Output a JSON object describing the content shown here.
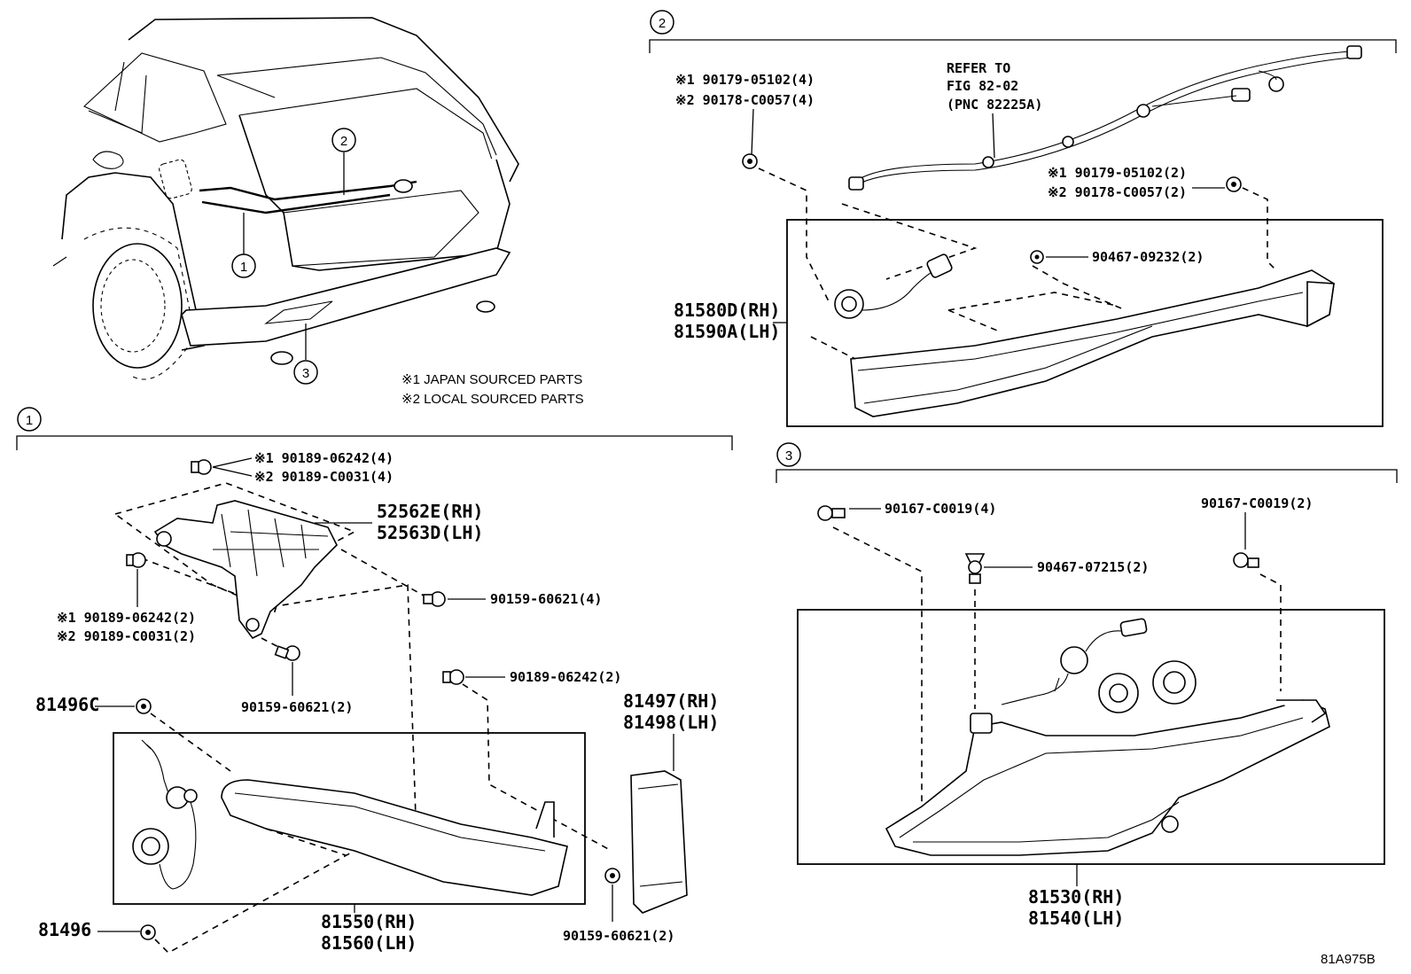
{
  "notes": {
    "note1": "※1 JAPAN SOURCED PARTS",
    "note2": "※2 LOCAL SOURCED PARTS"
  },
  "callouts": {
    "c1": "1",
    "c2": "2",
    "c3": "3"
  },
  "section2": {
    "refer": [
      "REFER TO",
      "FIG 82-02",
      "(PNC 82225A)"
    ],
    "bolt_left": [
      "※1 90179-05102(4)",
      "※2 90178-C0057(4)"
    ],
    "bolt_right": [
      "※1 90179-05102(2)",
      "※2 90178-C0057(2)"
    ],
    "clip": "90467-09232(2)",
    "lamp": [
      "81580D(RH)",
      "81590A(LH)"
    ]
  },
  "section1": {
    "screw_top": [
      "※1 90189-06242(4)",
      "※2 90189-C0031(4)"
    ],
    "bracket": [
      "52562E(RH)",
      "52563D(LH)"
    ],
    "bolt_mid": "90159-60621(4)",
    "screw_left": [
      "※1 90189-06242(2)",
      "※2 90189-C0031(2)"
    ],
    "bolt_low": "90159-60621(2)",
    "screw_single": "90189-06242(2)",
    "socket_c": "81496C",
    "reflector": [
      "81497(RH)",
      "81498(LH)"
    ],
    "socket": "81496",
    "lamp": [
      "81550(RH)",
      "81560(LH)"
    ],
    "nut": "90159-60621(2)"
  },
  "section3": {
    "bolt_left": "90167-C0019(4)",
    "bolt_right": "90167-C0019(2)",
    "clip": "90467-07215(2)",
    "lamp": [
      "81530(RH)",
      "81540(LH)"
    ]
  },
  "figure_id": "81A975B"
}
